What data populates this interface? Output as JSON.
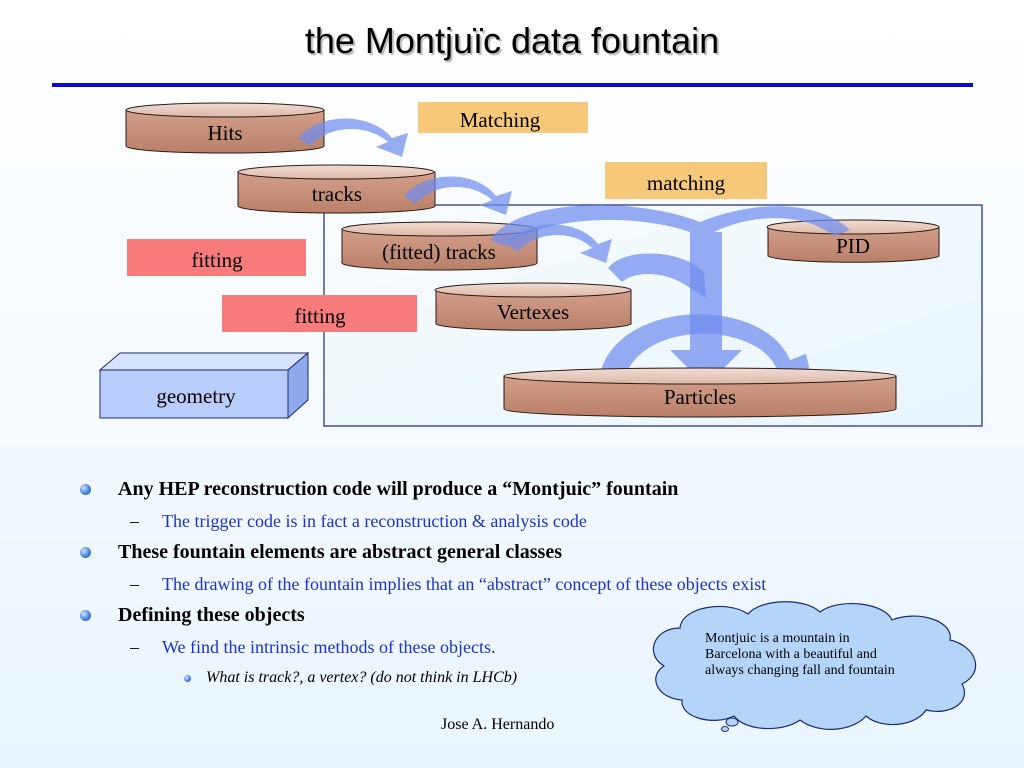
{
  "slide": {
    "title": "the Montjuïc data fountain",
    "cylinders": {
      "hits": "Hits",
      "tracks": "tracks",
      "fitted_tracks": "(fitted) tracks",
      "pid": "PID",
      "vertexes": "Vertexes",
      "particles": "Particles"
    },
    "labels": {
      "matching_1": "Matching",
      "matching_2": "matching",
      "fitting_1": "fitting",
      "fitting_2": "fitting",
      "geometry": "geometry"
    },
    "bullets": [
      {
        "text": "Any HEP reconstruction code will produce a “Montjuic” fountain",
        "sub": [
          "The trigger code is in fact a reconstruction & analysis code"
        ]
      },
      {
        "text": "These fountain elements are abstract general classes",
        "sub": [
          "The drawing of the fountain implies that an “abstract” concept of these objects exist"
        ]
      },
      {
        "text": "Defining these objects",
        "sub": [
          "We find the intrinsic methods of these objects."
        ],
        "subsub": [
          "What is track?, a vertex? (do not think in LHCb)"
        ]
      }
    ],
    "cloud_note": "Montjuic is a mountain in Barcelona with a beautiful and always changing fall and fountain",
    "footer": "Jose A. Hernando",
    "colors": {
      "title_rule": "#0a0acc",
      "cylinder_fill": "#c8907a",
      "matching_label": "#f5c87a",
      "fitting_label": "#f77b7b",
      "geometry_box": "#b9cdfb",
      "arrow": "#7b95ef",
      "cloud": "#b4d4f8",
      "sub_bullet_text": "#1a33cc"
    }
  }
}
